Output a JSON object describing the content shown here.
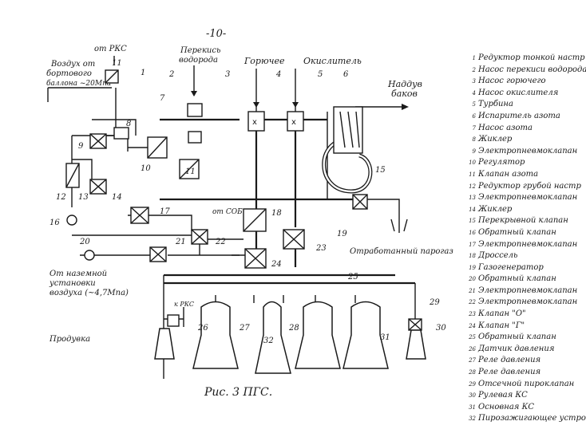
{
  "page_number": "-10-",
  "caption": "Рис. 3    ПГС.",
  "labels": {
    "from_rks_top": "от РКС",
    "air_onboard_1": "Воздух от",
    "air_onboard_2": "бортового",
    "air_onboard_3": "баллона ~20Мпа",
    "peroxide_1": "Перекись",
    "peroxide_2": "водорода",
    "fuel": "Горючее",
    "oxidizer": "Окислитель",
    "pressurization_1": "Наддув",
    "pressurization_2": "баков",
    "exhaust": "Отработанный парогаз",
    "from_sob": "от СОБ",
    "ground_air_1": "От наземной",
    "ground_air_2": "установки",
    "ground_air_3": "воздуха (~4,7Мпа)",
    "purge": "Продувка",
    "from_rks_bottom": "к РКС"
  },
  "component_numbers": [
    "1",
    "2",
    "3",
    "4",
    "5",
    "6",
    "7",
    "8",
    "9",
    "10",
    "11",
    "12",
    "13",
    "14",
    "15",
    "16",
    "17",
    "18",
    "19",
    "20",
    "21",
    "22",
    "23",
    "24",
    "25",
    "26",
    "27",
    "28",
    "29",
    "30",
    "31",
    "32"
  ],
  "legend": [
    {
      "n": "1",
      "text": "Редуктор тонкой настр"
    },
    {
      "n": "2",
      "text": "Насос перекиси водорода"
    },
    {
      "n": "3",
      "text": "Насос горючего"
    },
    {
      "n": "4",
      "text": "Насос окислителя"
    },
    {
      "n": "5",
      "text": "Турбина"
    },
    {
      "n": "6",
      "text": "Испаритель азота"
    },
    {
      "n": "7",
      "text": "Насос азота"
    },
    {
      "n": "8",
      "text": "Жиклер"
    },
    {
      "n": "9",
      "text": "Электропневмоклапан"
    },
    {
      "n": "10",
      "text": "Регулятор"
    },
    {
      "n": "11",
      "text": "Клапан азота"
    },
    {
      "n": "12",
      "text": "Редуктор грубой настр"
    },
    {
      "n": "13",
      "text": "Электропневмоклапан"
    },
    {
      "n": "14",
      "text": "Жиклер"
    },
    {
      "n": "15",
      "text": "Перекрывной клапан"
    },
    {
      "n": "16",
      "text": "Обратный клапан"
    },
    {
      "n": "17",
      "text": "Электропневмоклапан"
    },
    {
      "n": "18",
      "text": "Дроссель"
    },
    {
      "n": "19",
      "text": "Газогенератор"
    },
    {
      "n": "20",
      "text": "Обратный клапан"
    },
    {
      "n": "21",
      "text": "Электропневмоклапан"
    },
    {
      "n": "22",
      "text": "Электропневмоклапан"
    },
    {
      "n": "23",
      "text": "Клапан \"О\""
    },
    {
      "n": "24",
      "text": "Клапан \"Г\""
    },
    {
      "n": "25",
      "text": "Обратный клапан"
    },
    {
      "n": "26",
      "text": "Датчик давления"
    },
    {
      "n": "27",
      "text": "Реле давления"
    },
    {
      "n": "28",
      "text": "Реле давления"
    },
    {
      "n": "29",
      "text": "Отсечной пироклапан"
    },
    {
      "n": "30",
      "text": "Рулевая КС"
    },
    {
      "n": "31",
      "text": "Основная КС"
    },
    {
      "n": "32",
      "text": "Пирозажигающее устройство"
    }
  ]
}
